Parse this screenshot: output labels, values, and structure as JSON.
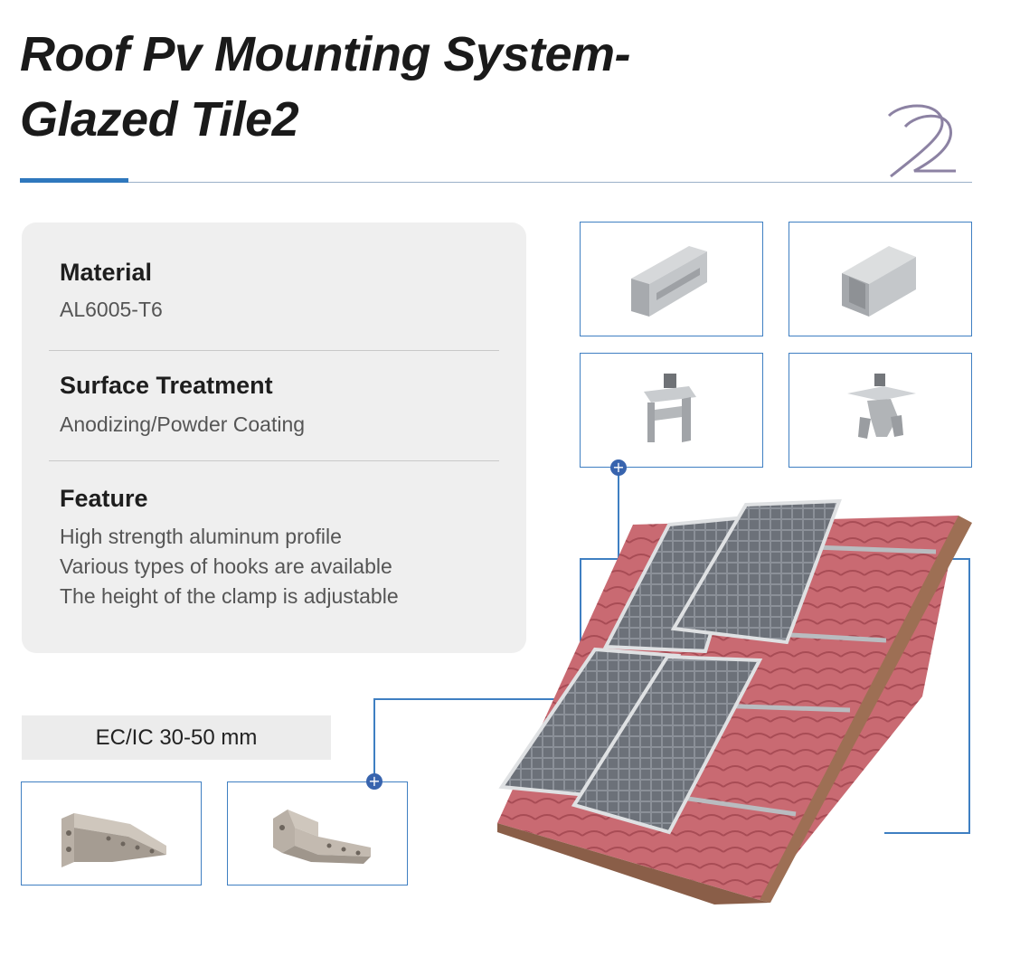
{
  "header": {
    "title_line1": "Roof Pv Mounting System-",
    "title_line2": "Glazed Tile2",
    "page_number": "2"
  },
  "specs": {
    "material_label": "Material",
    "material_value": "AL6005-T6",
    "surface_label": "Surface Treatment",
    "surface_value": "Anodizing/Powder Coating",
    "feature_label": "Feature",
    "features": [
      "High strength aluminum profile",
      "Various types of hooks are available",
      "The height of the clamp is adjustable"
    ]
  },
  "hooks": {
    "caption": "EC/IC 30-50 mm"
  },
  "colors": {
    "accent": "#2f78bd",
    "line_blue": "#3f7fc2",
    "plus_dot": "#3864ae",
    "card_bg": "#efefef",
    "tile_red": "#c96a72"
  },
  "icons": {
    "plus": "+"
  }
}
